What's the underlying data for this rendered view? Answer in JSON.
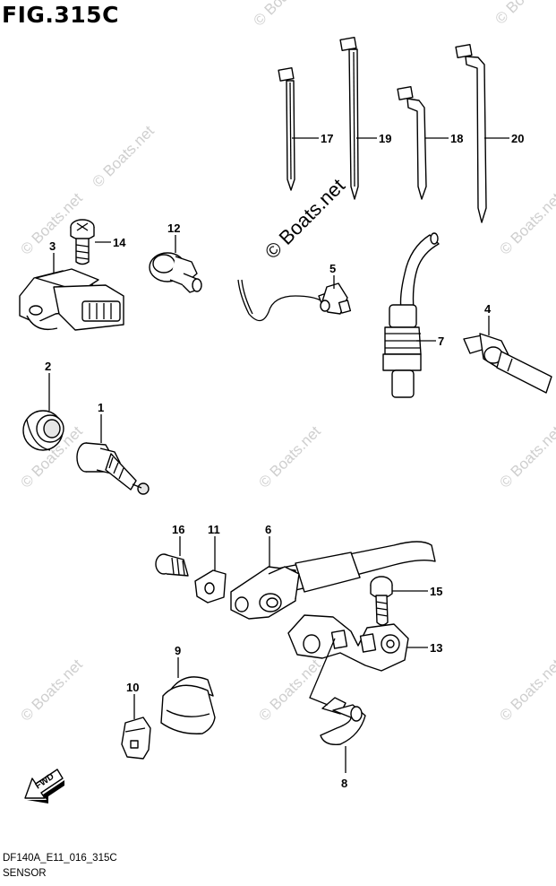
{
  "figure": {
    "title": "FIG.315C",
    "code": "DF140A_E11_016_315C",
    "name": "SENSOR"
  },
  "watermark": {
    "small": "© Boats.net",
    "big": "© Boats.net"
  },
  "fwd_label": "FWD",
  "callouts": [
    {
      "id": "c17",
      "label": "17"
    },
    {
      "id": "c19",
      "label": "19"
    },
    {
      "id": "c18",
      "label": "18"
    },
    {
      "id": "c20",
      "label": "20"
    },
    {
      "id": "c3",
      "label": "3"
    },
    {
      "id": "c14",
      "label": "14"
    },
    {
      "id": "c12",
      "label": "12"
    },
    {
      "id": "c5",
      "label": "5"
    },
    {
      "id": "c7",
      "label": "7"
    },
    {
      "id": "c4",
      "label": "4"
    },
    {
      "id": "c2",
      "label": "2"
    },
    {
      "id": "c1",
      "label": "1"
    },
    {
      "id": "c16",
      "label": "16"
    },
    {
      "id": "c11",
      "label": "11"
    },
    {
      "id": "c6",
      "label": "6"
    },
    {
      "id": "c15",
      "label": "15"
    },
    {
      "id": "c13",
      "label": "13"
    },
    {
      "id": "c9",
      "label": "9"
    },
    {
      "id": "c10",
      "label": "10"
    },
    {
      "id": "c8",
      "label": "8"
    }
  ]
}
